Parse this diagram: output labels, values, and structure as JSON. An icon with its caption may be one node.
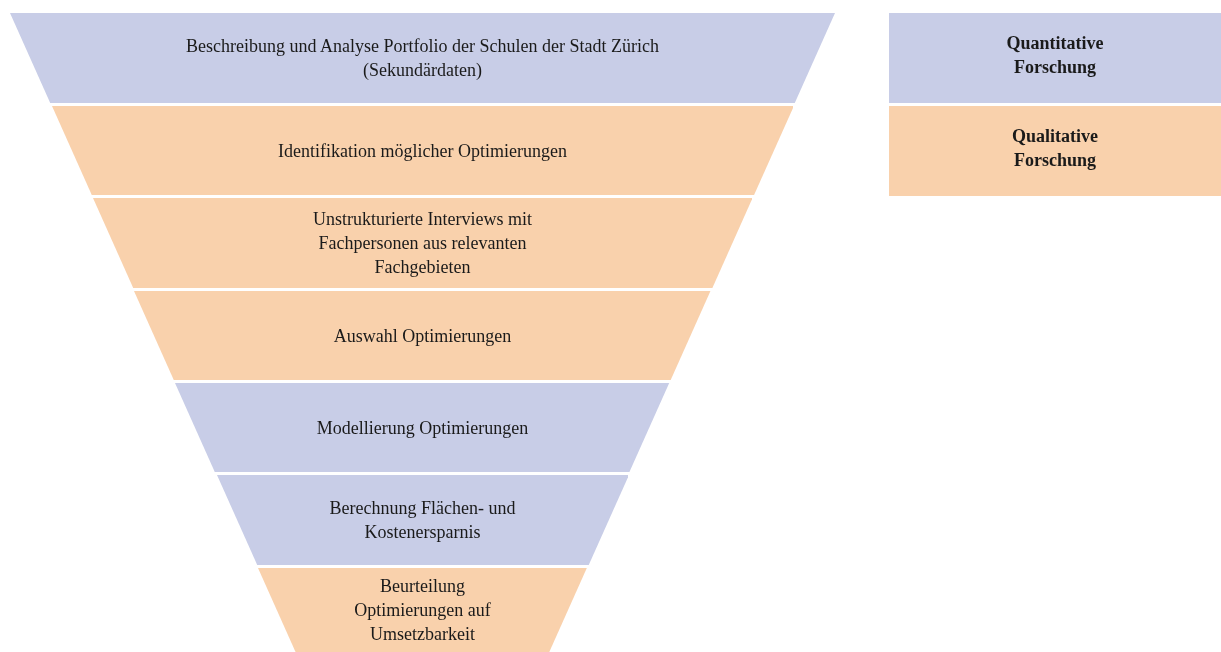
{
  "diagram": {
    "nodes": [
      {
        "text": [
          "Beschreibung und Analyse Portfolio der Schulen der Stadt Zürich (Sekundärdaten)"
        ]
      },
      {
        "text": [
          "Identifikation möglicher Optimierungen"
        ]
      },
      {
        "text": [
          "Unstrukturierte Interviews mit Fachpersonen aus relevanten Fachgebieten"
        ]
      },
      {
        "text": [
          "Auswahl Optimierungen"
        ]
      },
      {
        "text": [
          "Modellierung Optimierungen"
        ]
      },
      {
        "text": [
          "Berechnung Flächen- und Kostenersparnis"
        ]
      },
      {
        "text": [
          "Beurteilung Optimierungen auf Umsetzbarkeit"
        ]
      }
    ],
    "legend": [
      {
        "text": "Quantitative Forschung",
        "color": "#c8cde7"
      },
      {
        "text": "Qualitative Forschung",
        "color": "#f9d1ac"
      }
    ]
  }
}
